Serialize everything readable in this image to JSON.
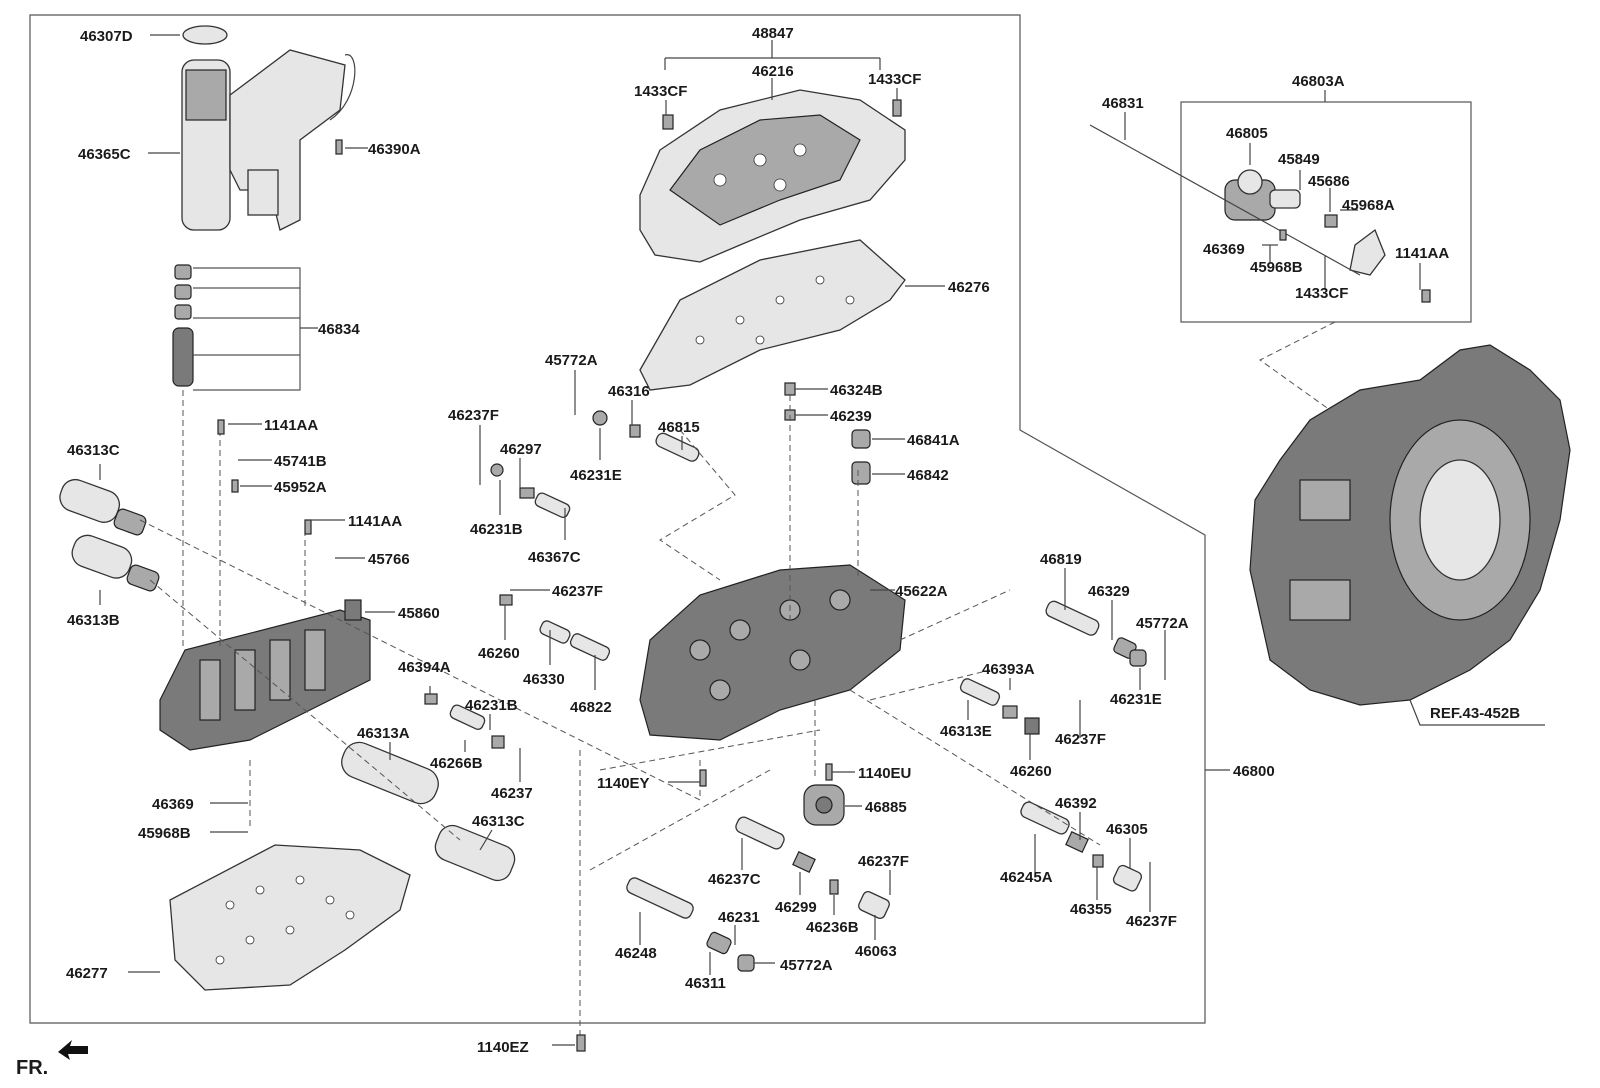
{
  "diagram": {
    "labels": {
      "l46307D": "46307D",
      "l46365C": "46365C",
      "l46390A": "46390A",
      "l46834": "46834",
      "l1141AA_1": "1141AA",
      "l45741B": "45741B",
      "l45952A": "45952A",
      "l46313C_1": "46313C",
      "l1141AA_2": "1141AA",
      "l45766": "45766",
      "l46313B": "46313B",
      "l45860": "45860",
      "l46394A": "46394A",
      "l46231B_1": "46231B",
      "l46313A": "46313A",
      "l46266B": "46266B",
      "l46237": "46237",
      "l46369_1": "46369",
      "l45968B_1": "45968B",
      "l46313C_2": "46313C",
      "l46277": "46277",
      "l48847": "48847",
      "l46216": "46216",
      "l1433CF_1": "1433CF",
      "l1433CF_2": "1433CF",
      "l46276": "46276",
      "l45772A_1": "45772A",
      "l46316": "46316",
      "l46815": "46815",
      "l46237F_1": "46237F",
      "l46297": "46297",
      "l46231E_1": "46231E",
      "l46231B_2": "46231B",
      "l46367C": "46367C",
      "l46324B": "46324B",
      "l46239": "46239",
      "l46841A": "46841A",
      "l46842": "46842",
      "l46237F_2": "46237F",
      "l46260_1": "46260",
      "l46330": "46330",
      "l46822": "46822",
      "l45622A": "45622A",
      "l46819": "46819",
      "l46329": "46329",
      "l45772A_2": "45772A",
      "l46231E_2": "46231E",
      "l46393A": "46393A",
      "l46313E": "46313E",
      "l46237F_3": "46237F",
      "l46260_2": "46260",
      "l1140EY": "1140EY",
      "l1140EU": "1140EU",
      "l46885": "46885",
      "l46392": "46392",
      "l46305": "46305",
      "l46245A": "46245A",
      "l46355": "46355",
      "l46237F_4": "46237F",
      "l46237F_5": "46237F",
      "l46237C": "46237C",
      "l46299": "46299",
      "l46236B": "46236B",
      "l46063": "46063",
      "l46231": "46231",
      "l46248": "46248",
      "l46311": "46311",
      "l45772A_3": "45772A",
      "l1140EZ": "1140EZ",
      "l46800": "46800",
      "l46803A": "46803A",
      "l46831": "46831",
      "l46805": "46805",
      "l45849": "45849",
      "l45686": "45686",
      "l45968A": "45968A",
      "l46369_2": "46369",
      "l45968B_2": "45968B",
      "l1141AA_3": "1141AA",
      "l1433CF_3": "1433CF",
      "ref": "REF.43-452B",
      "front": "FR."
    }
  }
}
